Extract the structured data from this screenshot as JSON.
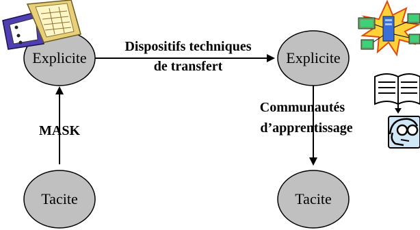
{
  "nodes": {
    "left_top": "Explicite",
    "left_bottom": "Tacite",
    "right_top": "Explicite",
    "right_bottom": "Tacite"
  },
  "edges": {
    "horizontal_line1": "Dispositifs techniques",
    "horizontal_line2": "de transfert",
    "left_vertical": "MASK",
    "right_vertical_line1": "Communautés",
    "right_vertical_line2": "d’apprentissage"
  },
  "colors": {
    "node_fill": "#c0c0c0",
    "stroke": "#000000"
  },
  "icons": [
    "binder-document-icon",
    "network-computers-icon",
    "book-icon",
    "person-with-glasses-icon"
  ]
}
